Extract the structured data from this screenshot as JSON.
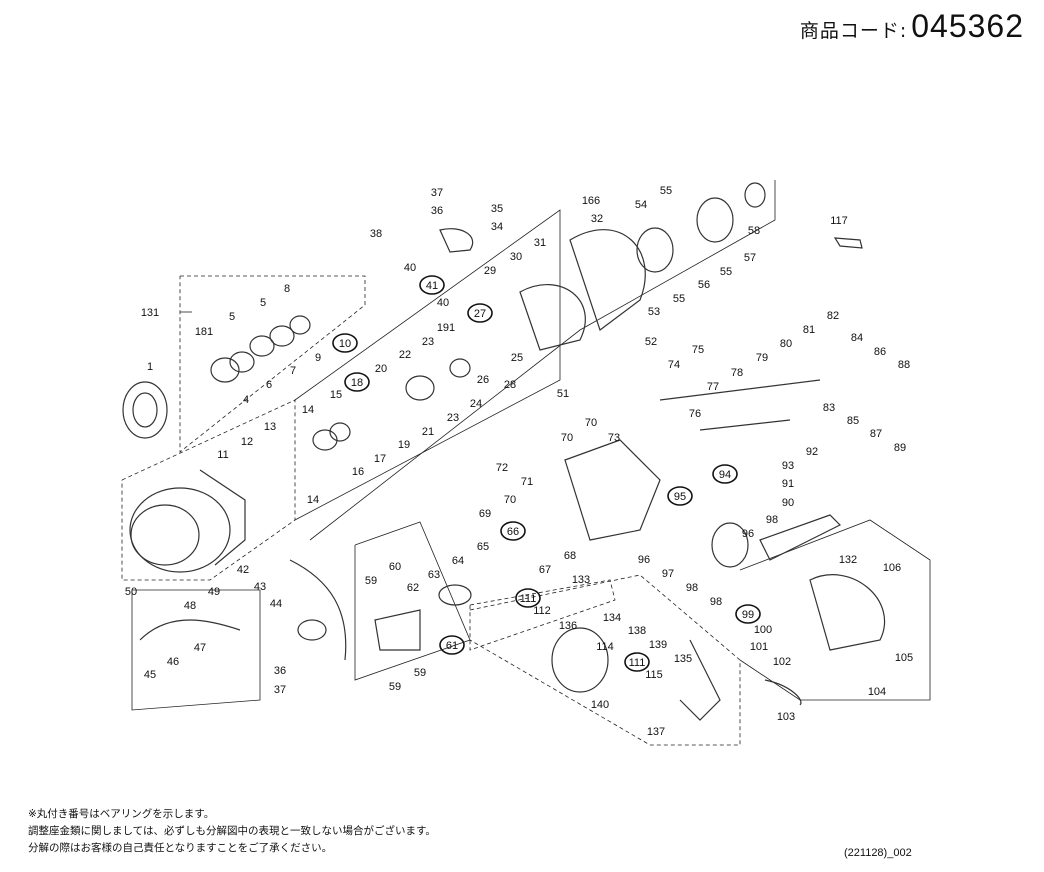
{
  "header": {
    "code_label": "商品コード:",
    "code_value": "045362"
  },
  "notes": [
    "※丸付き番号はベアリングを示します。",
    "調整座金類に関しましては、必ずしも分解図中の表現と一致しない場合がございます。",
    "分解の際はお客様の自己責任となりますことをご了承ください。"
  ],
  "doc_id": "(221128)_002",
  "bearing_parts": [
    "10",
    "18",
    "27",
    "41",
    "66",
    "95",
    "94",
    "99",
    "61",
    "111"
  ],
  "part_numbers": [
    "1",
    "4",
    "5",
    "6",
    "7",
    "8",
    "9",
    "10",
    "11",
    "12",
    "13",
    "14",
    "15",
    "16",
    "17",
    "18",
    "19",
    "20",
    "21",
    "22",
    "23",
    "24",
    "25",
    "26",
    "27",
    "28",
    "29",
    "30",
    "31",
    "32",
    "34",
    "35",
    "36",
    "37",
    "38",
    "40",
    "41",
    "42",
    "43",
    "44",
    "45",
    "46",
    "47",
    "48",
    "49",
    "50",
    "51",
    "52",
    "53",
    "54",
    "55",
    "56",
    "57",
    "58",
    "59",
    "60",
    "61",
    "62",
    "63",
    "64",
    "65",
    "66",
    "67",
    "68",
    "69",
    "70",
    "71",
    "72",
    "73",
    "74",
    "75",
    "76",
    "77",
    "78",
    "79",
    "80",
    "81",
    "82",
    "83",
    "84",
    "85",
    "86",
    "87",
    "88",
    "89",
    "90",
    "91",
    "92",
    "93",
    "94",
    "95",
    "96",
    "97",
    "98",
    "99",
    "100",
    "101",
    "102",
    "103",
    "104",
    "105",
    "106",
    "111",
    "112",
    "114",
    "115",
    "117",
    "131",
    "132",
    "133",
    "134",
    "135",
    "136",
    "137",
    "138",
    "139",
    "140",
    "166",
    "181",
    "191"
  ]
}
